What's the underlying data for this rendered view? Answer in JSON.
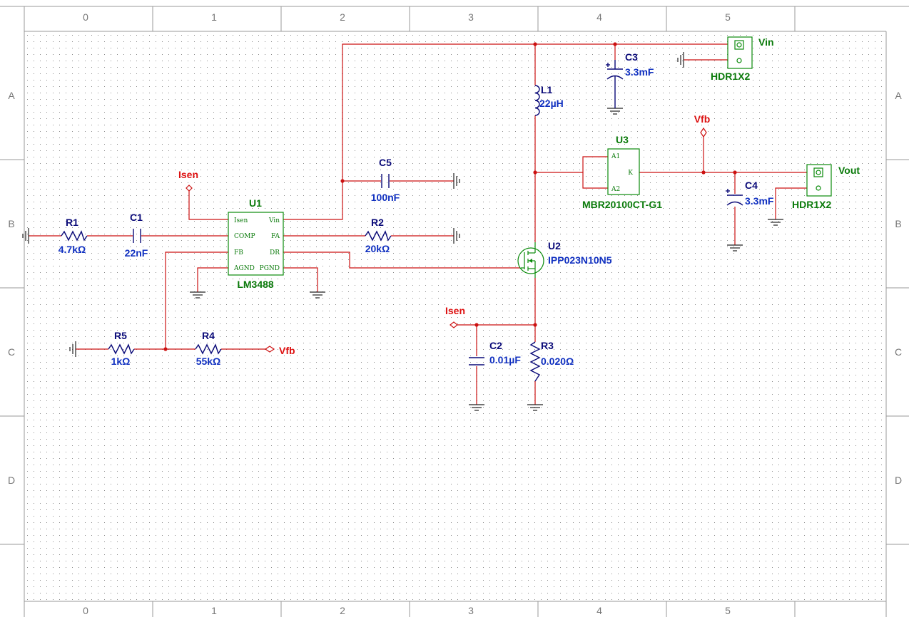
{
  "ruler": {
    "columns": [
      "0",
      "1",
      "2",
      "3",
      "4",
      "5"
    ],
    "rows": [
      "A",
      "B",
      "C",
      "D"
    ]
  },
  "components": {
    "r1": {
      "ref": "R1",
      "value": "4.7kΩ"
    },
    "c1": {
      "ref": "C1",
      "value": "22nF"
    },
    "r2": {
      "ref": "R2",
      "value": "20kΩ"
    },
    "c5": {
      "ref": "C5",
      "value": "100nF"
    },
    "r5": {
      "ref": "R5",
      "value": "1kΩ"
    },
    "r4": {
      "ref": "R4",
      "value": "55kΩ"
    },
    "l1": {
      "ref": "L1",
      "value": "22µH"
    },
    "c3": {
      "ref": "C3",
      "value": "3.3mF"
    },
    "c4": {
      "ref": "C4",
      "value": "3.3mF"
    },
    "c2": {
      "ref": "C2",
      "value": "0.01µF"
    },
    "r3": {
      "ref": "R3",
      "value": "0.020Ω"
    },
    "u1": {
      "ref": "U1",
      "part": "LM3488",
      "pins": {
        "isen": "Isen",
        "vin": "Vin",
        "comp": "COMP",
        "fa": "FA",
        "fb": "FB",
        "dr": "DR",
        "agnd": "AGND",
        "pgnd": "PGND"
      }
    },
    "u2": {
      "ref": "U2",
      "part": "IPP023N10N5"
    },
    "u3": {
      "ref": "U3",
      "part": "MBR20100CT-G1",
      "pins": {
        "a1": "A1",
        "a2": "A2",
        "k": "K"
      }
    },
    "j_in": {
      "part": "HDR1X2"
    },
    "j_out": {
      "part": "HDR1X2"
    }
  },
  "nets": {
    "vin": "Vin",
    "vout": "Vout",
    "vfb": "Vfb",
    "isen": "Isen"
  },
  "colors": {
    "wire": "#cc1111",
    "component": "#0a0a78",
    "value": "#1030c0",
    "ic": "#0a8a0a",
    "net_label": "#dd1111"
  }
}
